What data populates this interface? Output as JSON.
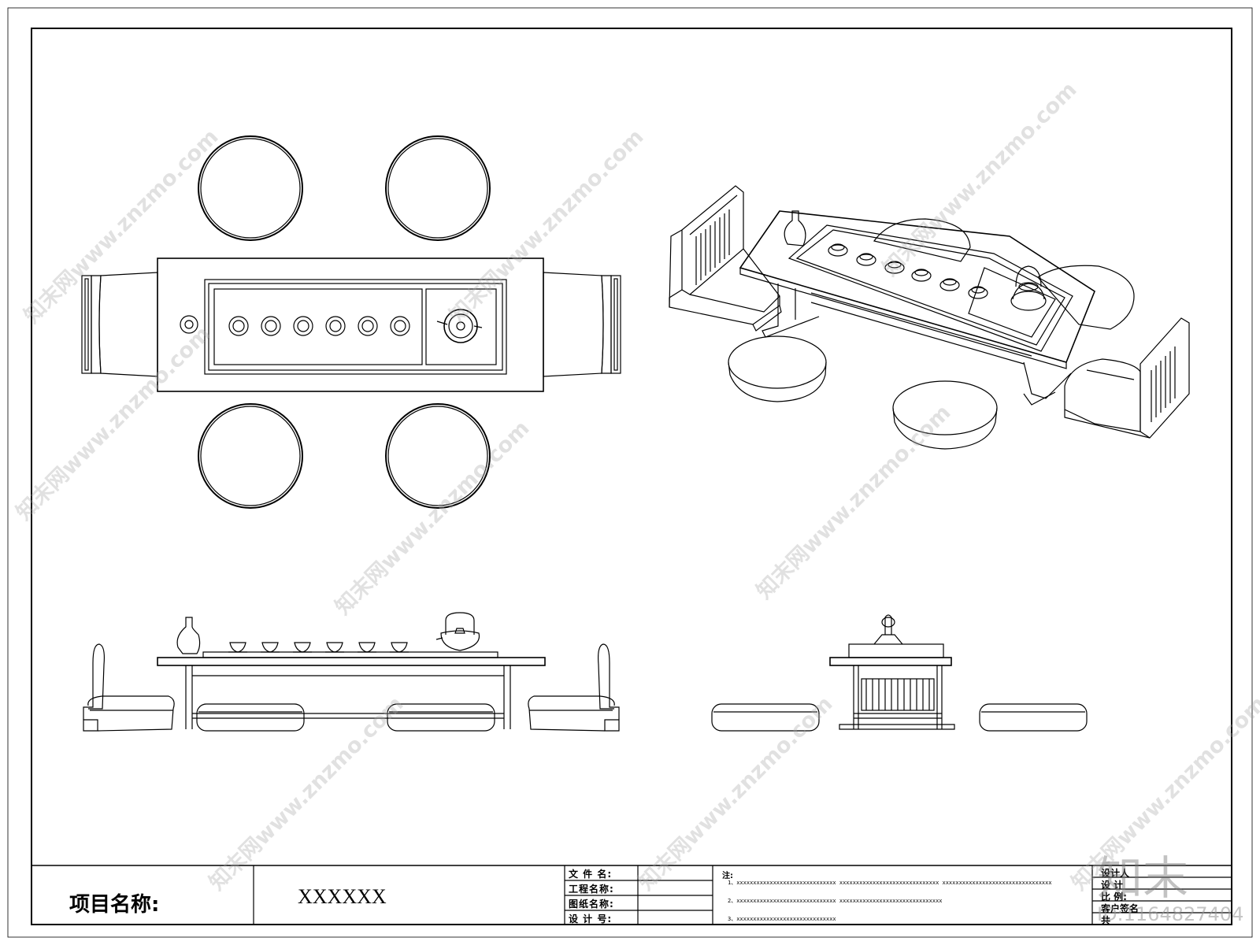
{
  "title_block": {
    "project_label": "项目名称:",
    "project_value": "XXXXXX",
    "fields": [
      "文 件 名:",
      "工程名称:",
      "图纸名称:",
      "设 计 号:"
    ],
    "notes_title": "注:",
    "notes": [
      "1、xxxxxxxxxxxxxxxxxxxxxxxxxxxxxx    xxxxxxxxxxxxxxxxxxxxxxxxxxxxxx    xxxxxxxxxxxxxxxxxxxxxxxxxxxxxxxxx",
      "2、xxxxxxxxxxxxxxxxxxxxxxxxxxxxxx    xxxxxxxxxxxxxxxxxxxxxxxxxxxxxxx",
      "3、xxxxxxxxxxxxxxxxxxxxxxxxxxxxxx"
    ],
    "right_fields": [
      "设计人",
      "设 计",
      "比   例:",
      "客户签名",
      "共"
    ]
  },
  "watermark": {
    "text": "知末网www.znzmo.com",
    "logo": "知末",
    "id": "ID:1164827404"
  }
}
